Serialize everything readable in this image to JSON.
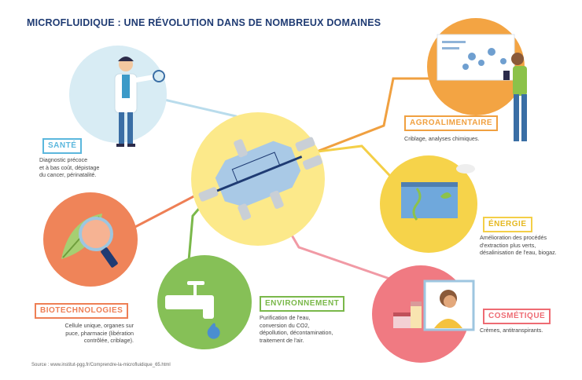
{
  "title": "MICROFLUIDIQUE : UNE RÉVOLUTION DANS DE NOMBREUX DOMAINES",
  "colors": {
    "title": "#1f3b73",
    "sante": "#5bb7dd",
    "agro": "#f0a040",
    "energie": "#f4cf47",
    "cosmetique": "#ee6b73",
    "environnement": "#7ab84a",
    "biotech": "#ee7f55",
    "center": "#fce98a"
  },
  "domains": {
    "sante": {
      "label": "SANTÉ",
      "lines": [
        "Diagnostic précoce",
        "et à bas coût, dépistage",
        "du cancer, périnatalité."
      ]
    },
    "agro": {
      "label": "AGROALIMENTAIRE",
      "lines": [
        "Criblage, analyses chimiques."
      ]
    },
    "energie": {
      "label": "ÉNERGIE",
      "lines": [
        "Amélioration des procédés",
        "d'extraction plus verts,",
        "désalinisation de l'eau, biogaz."
      ]
    },
    "cosmetique": {
      "label": "COSMÉTIQUE",
      "lines": [
        "Crèmes, antitranspirants."
      ]
    },
    "environnement": {
      "label": "ENVIRONNEMENT",
      "lines": [
        "Purification de l'eau,",
        "conversion du CO2,",
        "dépollution, décontamination,",
        "traitement de l'air."
      ]
    },
    "biotech": {
      "label": "BIOTECHNOLOGIES",
      "lines": [
        "Cellule unique, organes sur",
        "puce, pharmacie (libération",
        "contrôlée, criblage)."
      ]
    }
  },
  "source": "Source : www.institut-pgg.fr/Comprendre-la-microfluidique_65.html"
}
